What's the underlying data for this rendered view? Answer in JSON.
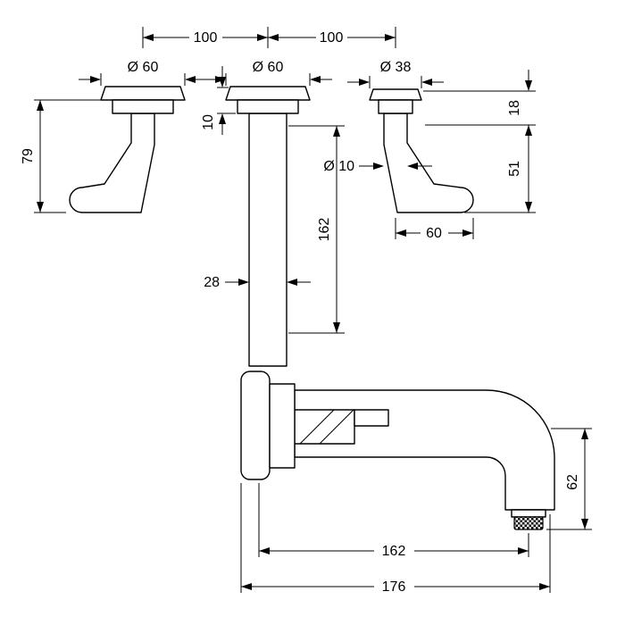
{
  "drawing": {
    "colors": {
      "line": "#000000",
      "background": "#ffffff"
    },
    "dims": {
      "spacing_left": "100",
      "spacing_right": "100",
      "dia_left": "Ø 60",
      "dia_center": "Ø 60",
      "dia_right": "Ø 38",
      "height_left": "79",
      "depth_center": "10",
      "riser_length": "162",
      "riser_width": "28",
      "stem_dia": "Ø 10",
      "depth_right": "18",
      "drop_right": "51",
      "length_right": "60",
      "spout_drop": "62",
      "spout_reach": "162",
      "spout_overall": "176"
    }
  }
}
